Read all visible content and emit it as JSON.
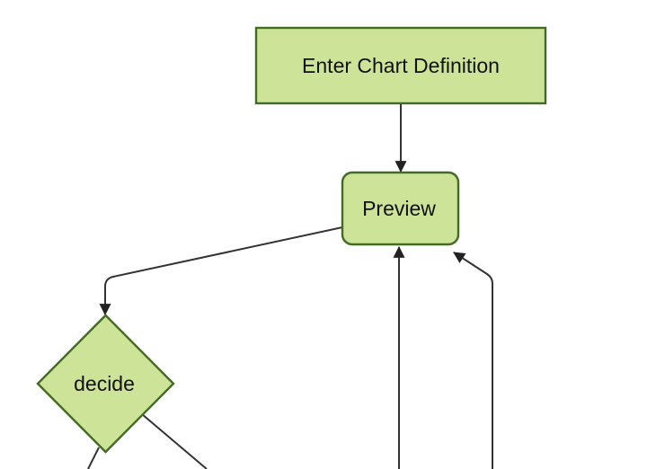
{
  "diagram": {
    "type": "flowchart-top-down",
    "background_color": "#ffffff",
    "node_fill_color": "#cde498",
    "node_border_color": "#426b24",
    "edge_color": "#333333",
    "arrowhead_color": "#222222",
    "label_color": "#111111",
    "nodes": [
      {
        "id": "enter-chart-definition",
        "shape": "rectangle",
        "label": "Enter Chart Definition"
      },
      {
        "id": "preview",
        "shape": "rounded-rectangle",
        "label": "Preview"
      },
      {
        "id": "decide",
        "shape": "diamond",
        "label": "decide"
      }
    ],
    "edges": [
      {
        "name": "enter-chart-definition-to-preview",
        "arrowhead": "down into preview top"
      },
      {
        "name": "preview-to-decide",
        "arrowhead": "down into decide top"
      },
      {
        "name": "offscreen-bottom-to-preview",
        "arrowhead": "up into preview bottom"
      },
      {
        "name": "offscreen-bottom-right-to-preview",
        "arrowhead": "up-left into preview bottom-right corner"
      },
      {
        "name": "decide-to-offscreen-bottom-left",
        "arrowhead": "none-visible"
      },
      {
        "name": "decide-to-offscreen-bottom-right",
        "arrowhead": "none-visible"
      }
    ]
  }
}
